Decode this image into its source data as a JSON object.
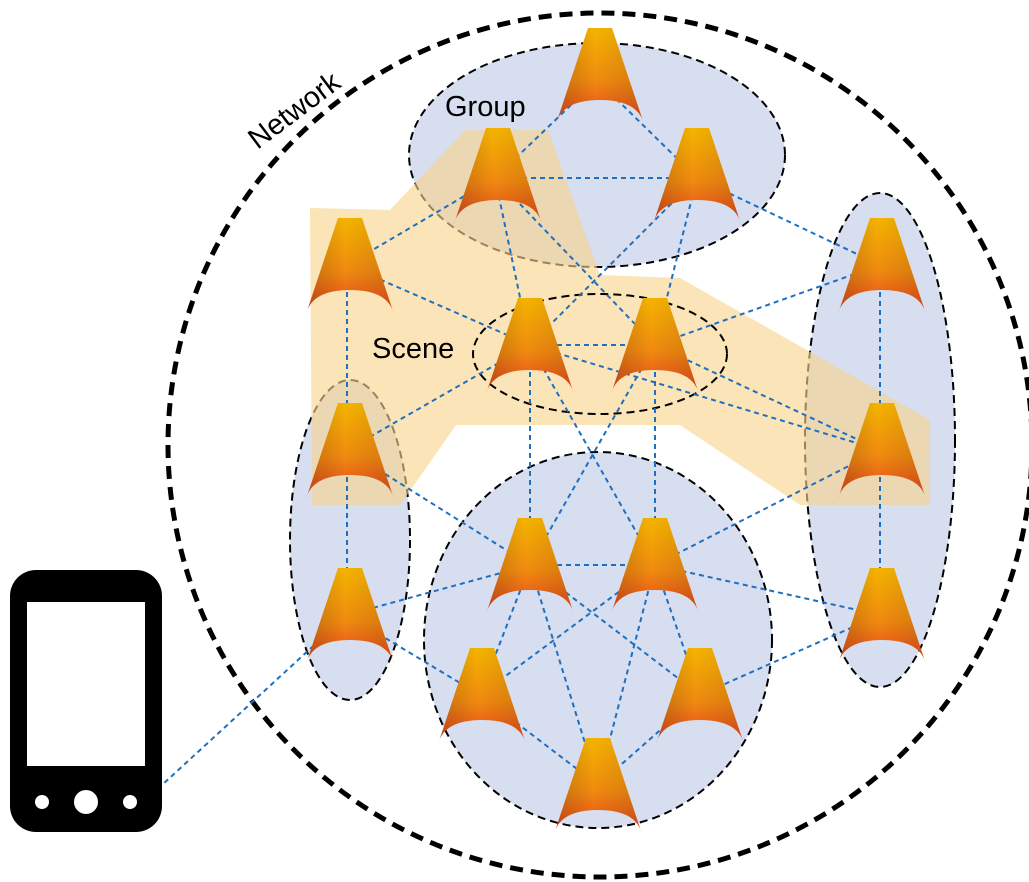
{
  "labels": {
    "network": "Network",
    "group": "Group",
    "scene": "Scene"
  },
  "icons": {
    "node": "lamp-node-icon",
    "controller": "smartphone-icon"
  },
  "colors": {
    "group_fill": "#d6def0",
    "scene_fill": "#f8dc9e",
    "link": "#1f6fbf",
    "node_top": "#f5b400",
    "node_bottom": "#e8421e",
    "boundary": "#000000"
  }
}
